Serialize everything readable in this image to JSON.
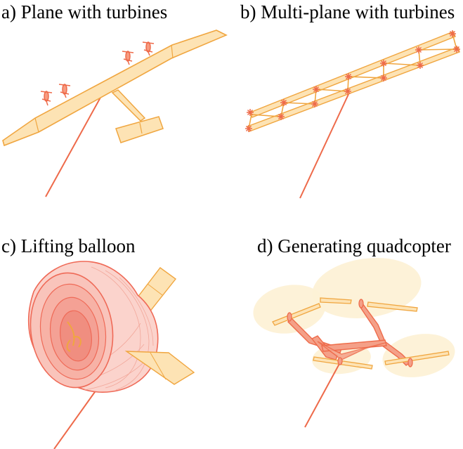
{
  "panels": [
    {
      "id": "a",
      "caption": "a) Plane with turbines"
    },
    {
      "id": "b",
      "caption": "b) Multi-plane with turbines"
    },
    {
      "id": "c",
      "caption": "c) Lifting balloon"
    },
    {
      "id": "d",
      "caption": "d) Generating quadcopter"
    }
  ],
  "colors": {
    "body_fill": "#fde3b4",
    "body_stroke": "#f0a640",
    "tether": "#ee6a4a",
    "turbine": "#ee6a4a",
    "balloon_fill": "#f8c0b6",
    "balloon_stroke": "#ef6a57",
    "rotor_disc": "#fdf1d6"
  }
}
